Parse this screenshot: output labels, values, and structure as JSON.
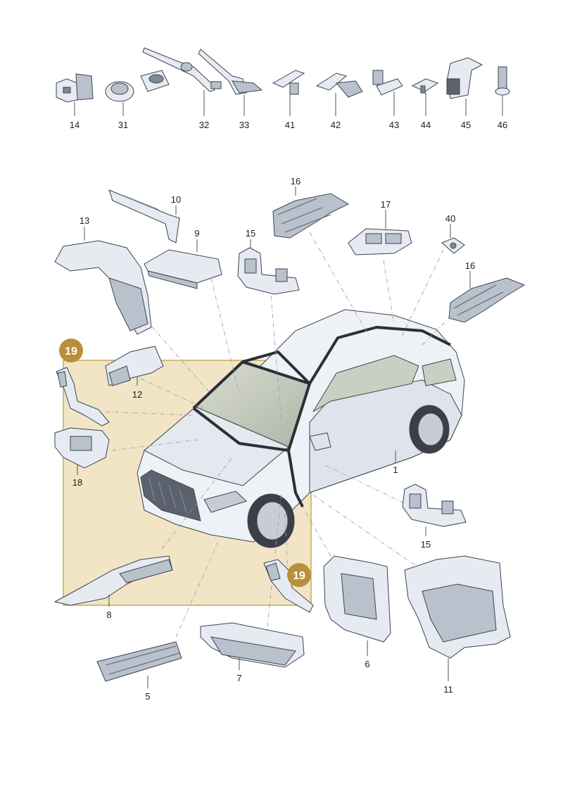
{
  "colors": {
    "part_fill": "#e6eaf1",
    "part_shade": "#b9c1cd",
    "part_dark": "#7f8896",
    "outline": "#3d4350",
    "label_text": "#222222",
    "leader": "#9aa0aa",
    "highlight_fill": "#e9d7a8",
    "highlight_border": "#c9a85a",
    "badge_fill": "#b98f3a",
    "badge_text": "#ffffff",
    "car_body": "#eef1f6",
    "car_glass": "#c9cfc2",
    "seal": "#2b2f36"
  },
  "callouts": {
    "c14": "14",
    "c31": "31",
    "c32": "32",
    "c33": "33",
    "c41": "41",
    "c42": "42",
    "c43": "43",
    "c44": "44",
    "c45": "45",
    "c46": "46",
    "c10": "10",
    "c13": "13",
    "c9": "9",
    "c15a": "15",
    "c16a": "16",
    "c17": "17",
    "c40": "40",
    "c16b": "16",
    "c12": "12",
    "c18": "18",
    "c1": "1",
    "c15b": "15",
    "c8": "8",
    "c6": "6",
    "c11": "11",
    "c7": "7",
    "c5": "5"
  },
  "badges": {
    "b19a": "19",
    "b19b": "19"
  }
}
